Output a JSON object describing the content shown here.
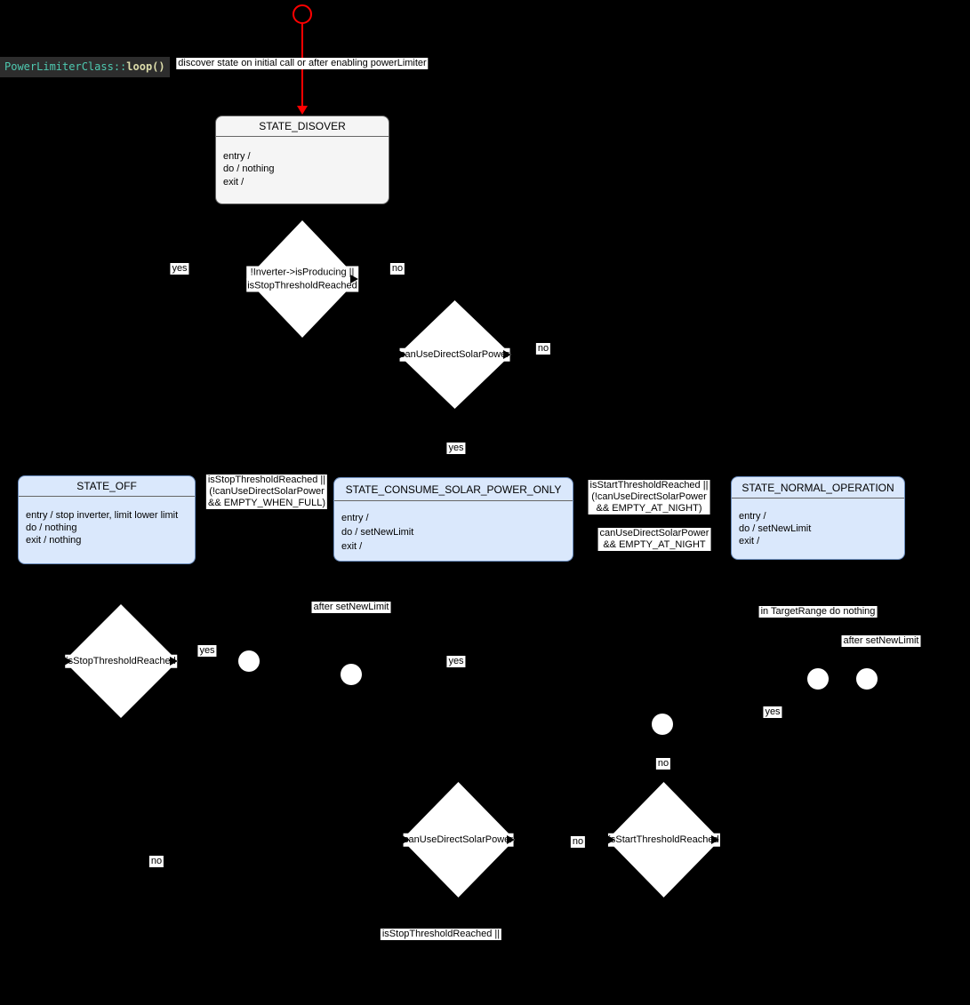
{
  "colors": {
    "background": "#000000",
    "state_blue_fill": "#dae8fc",
    "state_blue_stroke": "#6c8ebf",
    "state_gray_fill": "#f5f5f5",
    "state_gray_stroke": "#666666",
    "initial_transition_red": "#ff0000",
    "label_background": "#ffffff",
    "label_text": "#000000",
    "code_label_background": "#2d2d2d",
    "code_class_color": "#4ec9b0",
    "code_method_color": "#dcdcaa"
  },
  "code_label": {
    "class_part": "PowerLimiterClass::",
    "method_part": "loop()"
  },
  "initial_note": "discover state on initial call or after enabling powerLimiter",
  "states": [
    {
      "title": "STATE_DISOVER",
      "lines": [
        "entry /",
        "do / nothing",
        "exit /"
      ]
    },
    {
      "title": "STATE_OFF",
      "lines": [
        "entry / stop inverter, limit lower limit",
        "do / nothing",
        "exit / nothing"
      ]
    },
    {
      "title": "STATE_CONSUME_SOLAR_POWER_ONLY",
      "lines": [
        "entry /",
        "do / setNewLimit",
        "exit /"
      ]
    },
    {
      "title": "STATE_NORMAL_OPERATION",
      "lines": [
        "entry /",
        "do / setNewLimit",
        "exit /"
      ]
    }
  ],
  "decisions": [
    {
      "lines": [
        "!Inverter->isProducing ||",
        "isStopThresholdReached"
      ]
    },
    {
      "lines": [
        "canUseDirectSolarPower"
      ]
    },
    {
      "lines": [
        "isStopThresholdReached"
      ]
    },
    {
      "lines": [
        "canUseDirectSolarPower"
      ]
    },
    {
      "lines": [
        "isStartThresholdReached"
      ]
    }
  ],
  "guards": [
    {
      "lines": [
        "isStopThresholdReached ||",
        "(!canUseDirectSolarPower",
        "&& EMPTY_WHEN_FULL)"
      ]
    },
    {
      "lines": [
        "isStartThresholdReached ||",
        "(!canUseDirectSolarPower",
        "&& EMPTY_AT_NIGHT)"
      ]
    },
    {
      "lines": [
        "canUseDirectSolarPower",
        "&& EMPTY_AT_NIGHT"
      ]
    },
    {
      "lines": [
        "after setNewLimit"
      ]
    },
    {
      "lines": [
        "in TargetRange do nothing"
      ]
    },
    {
      "lines": [
        "after setNewLimit"
      ]
    },
    {
      "lines": [
        "isStopThresholdReached ||"
      ]
    }
  ],
  "branches": [
    "yes",
    "no",
    "no",
    "yes",
    "yes",
    "yes",
    "yes",
    "no",
    "no",
    "no"
  ]
}
